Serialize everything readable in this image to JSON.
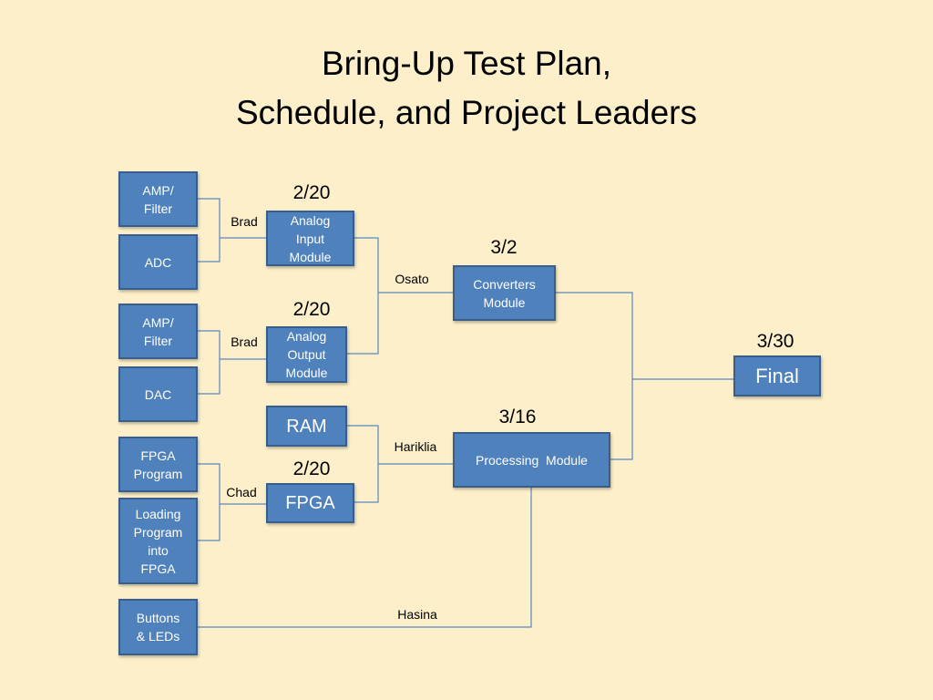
{
  "slide": {
    "title_line1": "Bring-Up Test Plan,",
    "title_line2": "Schedule, and Project Leaders",
    "colors": {
      "background": "#FCEFC9",
      "box_fill": "#4F81BD",
      "box_border": "#3A5E8C",
      "connector": "#5B87C0",
      "box_text": "#FFFFFF",
      "label_text": "#000000"
    }
  },
  "components": {
    "amp_filter_1": "AMP/\nFilter",
    "adc": "ADC",
    "amp_filter_2": "AMP/\nFilter",
    "dac": "DAC",
    "fpga_program": "FPGA\nProgram",
    "loading_program": "Loading\nProgram\ninto\nFPGA",
    "buttons_leds": "Buttons\n& LEDs"
  },
  "modules": {
    "analog_input": "Analog\nInput\nModule",
    "analog_output": "Analog\nOutput\nModule",
    "ram": "RAM",
    "fpga": "FPGA",
    "converters": "Converters\nModule",
    "processing": "Processing  Module",
    "final": "Final"
  },
  "dates": {
    "analog_input": "2/20",
    "analog_output": "2/20",
    "fpga": "2/20",
    "converters": "3/2",
    "processing": "3/16",
    "final": "3/30"
  },
  "leaders": {
    "analog_input": "Brad",
    "analog_output": "Brad",
    "fpga": "Chad",
    "converters": "Osato",
    "processing": "Hariklia",
    "buttons_leds": "Hasina"
  }
}
